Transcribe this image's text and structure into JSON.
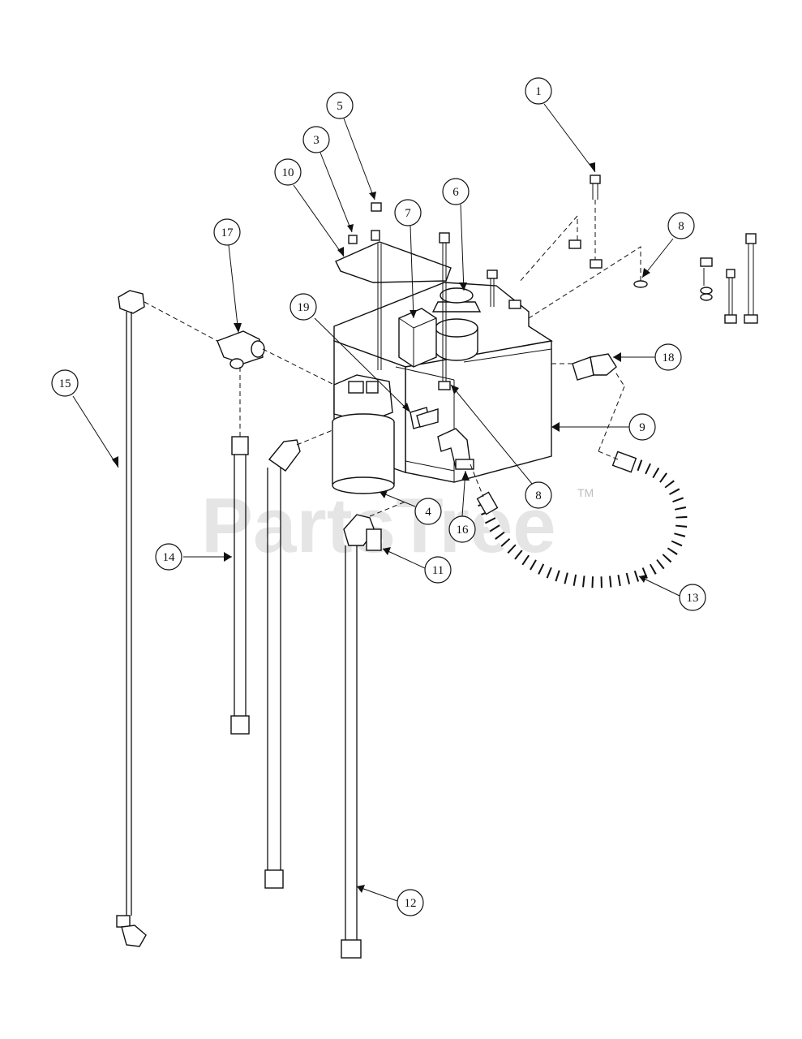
{
  "watermark": {
    "text": "PartsTree",
    "trademark": "TM"
  },
  "callouts": [
    {
      "label": "1"
    },
    {
      "label": "5"
    },
    {
      "label": "3"
    },
    {
      "label": "10"
    },
    {
      "label": "6"
    },
    {
      "label": "7"
    },
    {
      "label": "8"
    },
    {
      "label": "17"
    },
    {
      "label": "19"
    },
    {
      "label": "15"
    },
    {
      "label": "18"
    },
    {
      "label": "9"
    },
    {
      "label": "4"
    },
    {
      "label": "8"
    },
    {
      "label": "16"
    },
    {
      "label": "14"
    },
    {
      "label": "11"
    },
    {
      "label": "13"
    },
    {
      "label": "12"
    }
  ]
}
